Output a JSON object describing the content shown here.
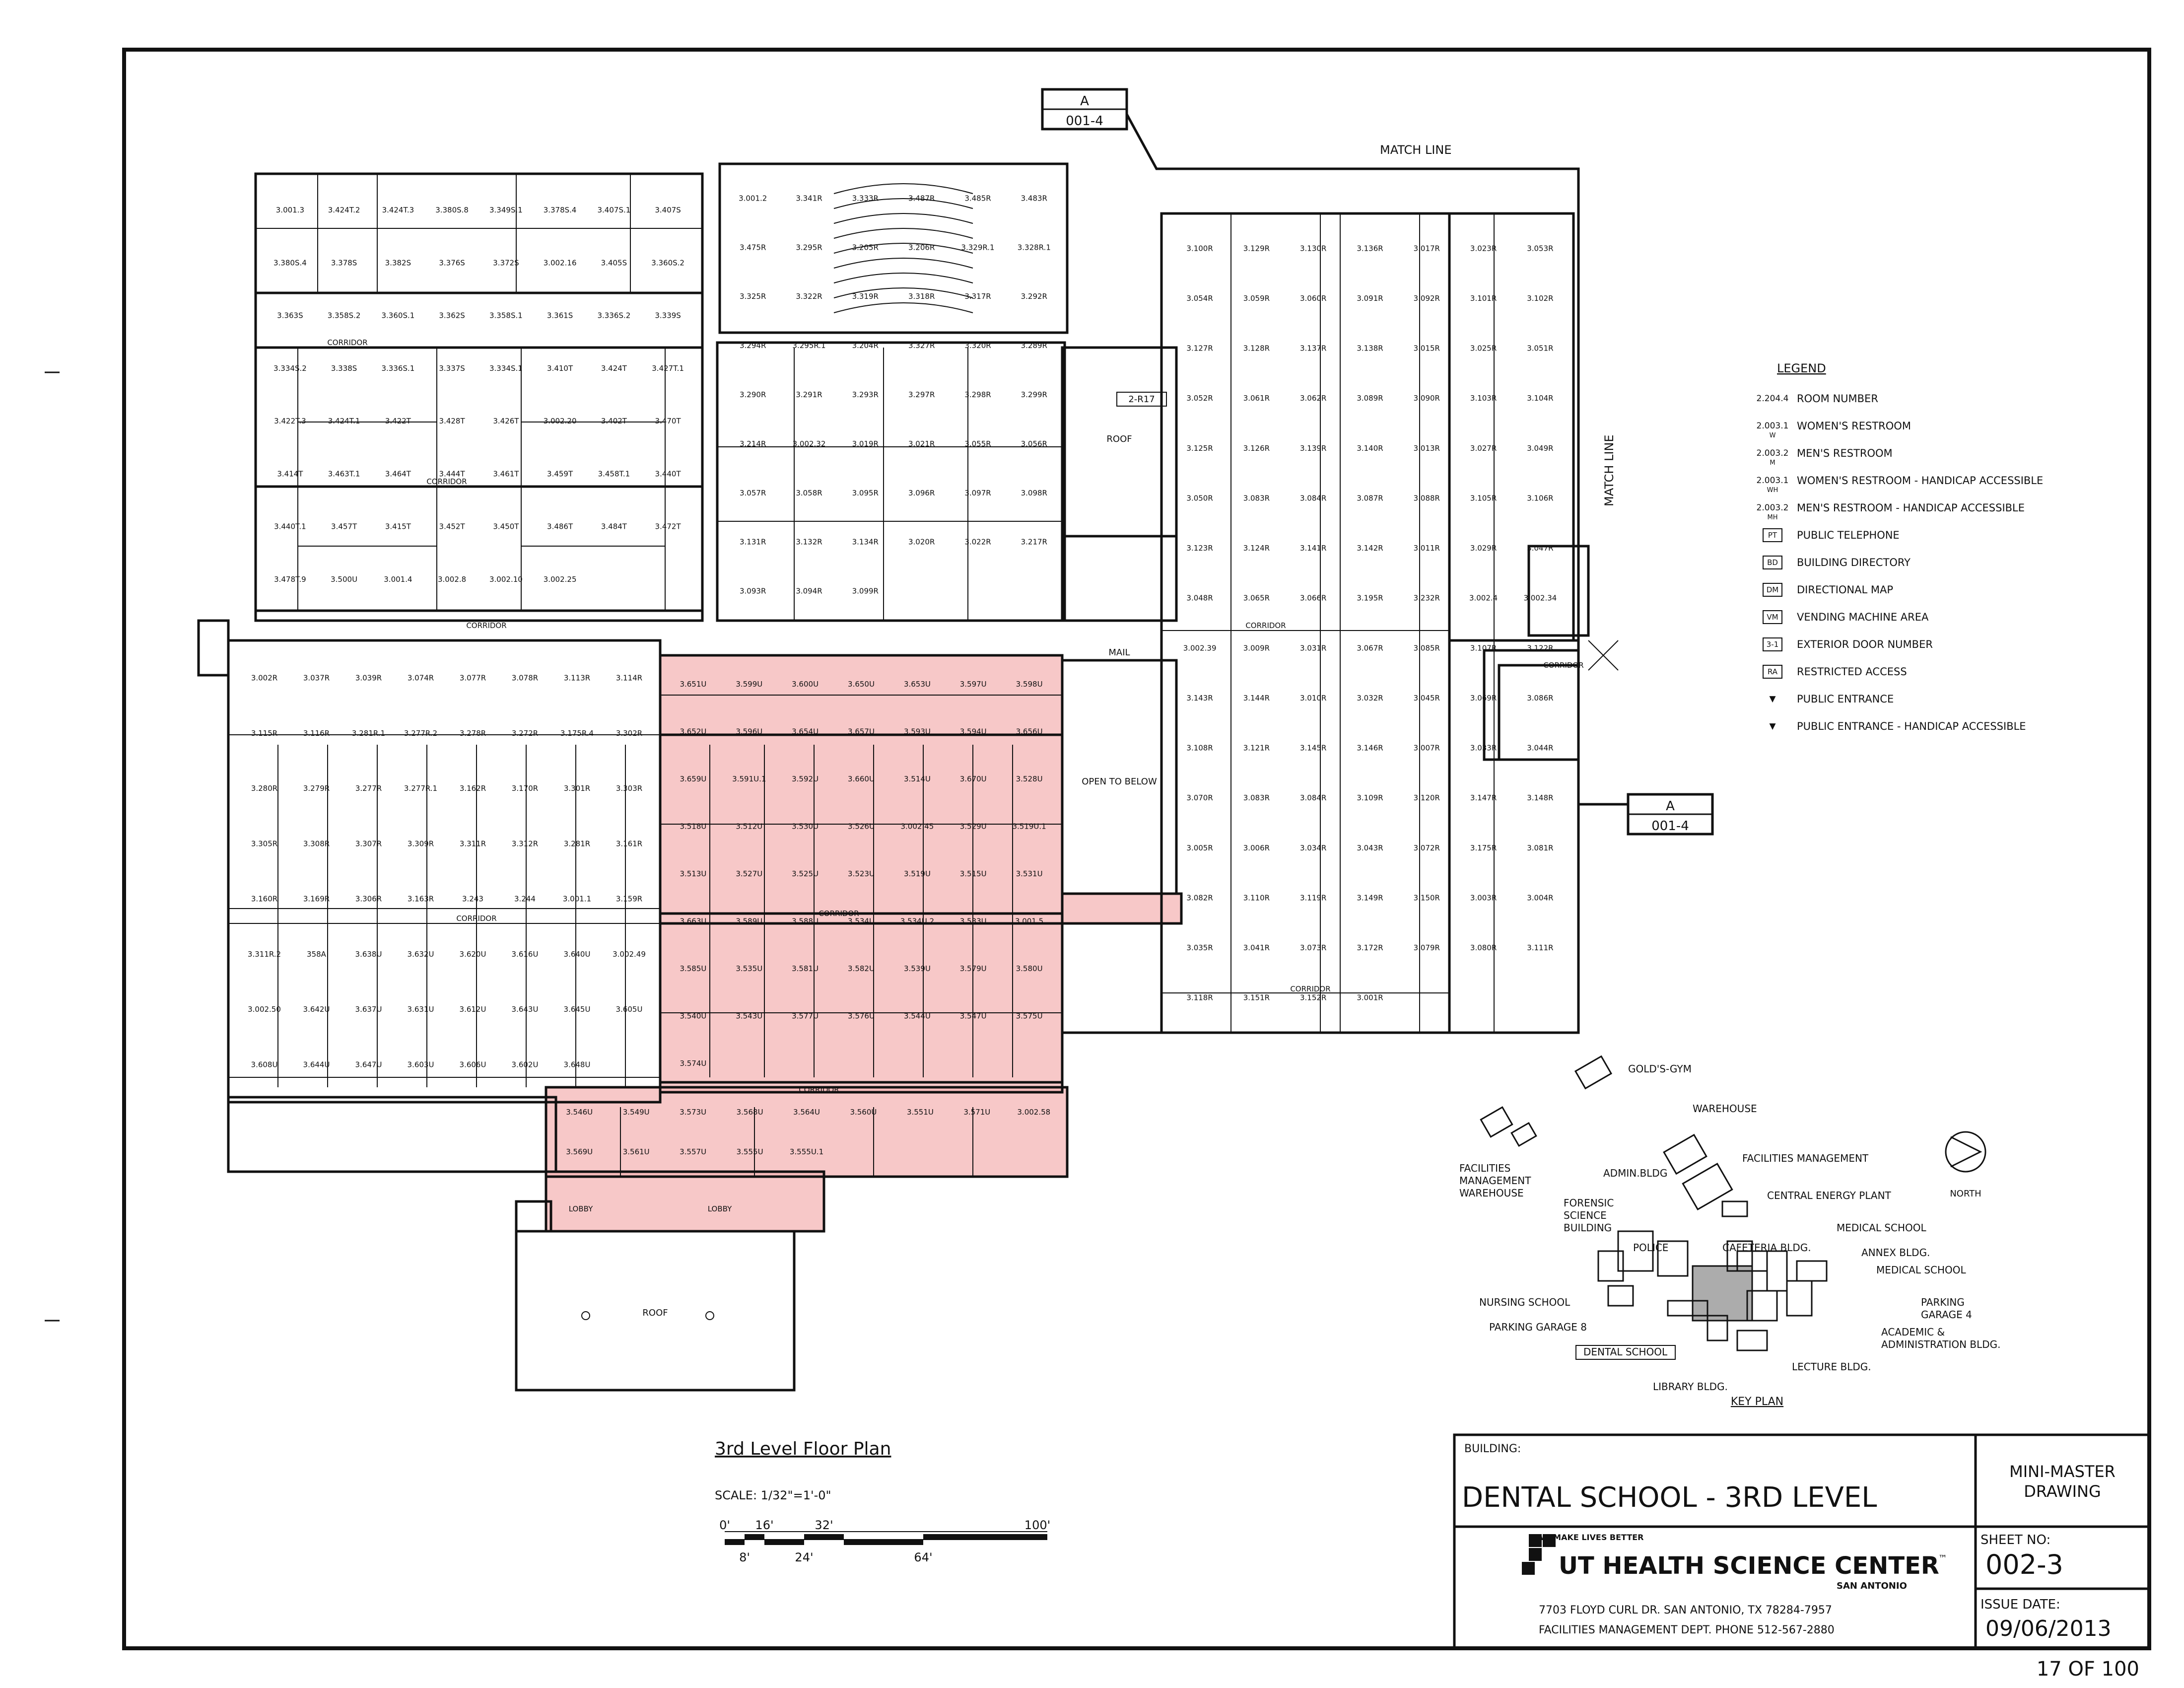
{
  "top_callout": {
    "letter": "A",
    "code": "001-4"
  },
  "right_callout": {
    "letter": "A",
    "code": "001-4"
  },
  "match_line_top": "MATCH LINE",
  "match_line_right": "MATCH LINE",
  "open_to_below": "OPEN TO BELOW",
  "mail": "MAIL",
  "roof_main": "ROOF",
  "roof_lower": "ROOF",
  "roof_tag": "2-R17",
  "corridor": "CORRIDOR",
  "lobby": "LOBBY",
  "rooms": [
    "3.001.3",
    "3.424T.2",
    "3.424T.3",
    "3.380S.8",
    "3.349S.1",
    "3.378S.4",
    "3.407S.1",
    "3.407S",
    "3.380S.4",
    "3.378S",
    "3.382S",
    "3.376S",
    "3.372S",
    "3.002.16",
    "3.405S",
    "3.360S.2",
    "3.363S",
    "3.358S.2",
    "3.360S.1",
    "3.362S",
    "3.358S.1",
    "3.361S",
    "3.336S.2",
    "3.339S",
    "3.334S.2",
    "3.338S",
    "3.336S.1",
    "3.337S",
    "3.334S.1",
    "3.410T",
    "3.424T",
    "3.427T.1",
    "3.422T.3",
    "3.424T.1",
    "3.422T",
    "3.428T",
    "3.426T",
    "3.002.20",
    "3.402T",
    "3.470T",
    "3.414T",
    "3.463T.1",
    "3.464T",
    "3.444T",
    "3.461T",
    "3.459T",
    "3.458T.1",
    "3.440T",
    "3.440T.1",
    "3.457T",
    "3.415T",
    "3.452T",
    "3.450T",
    "3.486T",
    "3.484T",
    "3.472T",
    "3.478T.9",
    "3.500U",
    "3.001.4",
    "3.002.8",
    "3.002.10",
    "3.002.25",
    "3.001.2",
    "3.341R",
    "3.333R",
    "3.487R",
    "3.485R",
    "3.483R",
    "3.475R",
    "3.295R",
    "3.205R",
    "3.206R",
    "3.329R.1",
    "3.328R.1",
    "3.325R",
    "3.322R",
    "3.319R",
    "3.318R",
    "3.317R",
    "3.292R",
    "3.294R",
    "3.295R.1",
    "3.204R",
    "3.327R",
    "3.320R",
    "3.289R",
    "3.290R",
    "3.291R",
    "3.293R",
    "3.297R",
    "3.298R",
    "3.299R",
    "3.214R",
    "3.002.32",
    "3.019R",
    "3.021R",
    "3.055R",
    "3.056R",
    "3.057R",
    "3.058R",
    "3.095R",
    "3.096R",
    "3.097R",
    "3.098R",
    "3.131R",
    "3.132R",
    "3.134R",
    "3.020R",
    "3.022R",
    "3.217R",
    "3.093R",
    "3.094R",
    "3.099R",
    "3.100R",
    "3.129R",
    "3.130R",
    "3.136R",
    "3.017R",
    "3.023R",
    "3.053R",
    "3.054R",
    "3.059R",
    "3.060R",
    "3.091R",
    "3.092R",
    "3.101R",
    "3.102R",
    "3.127R",
    "3.128R",
    "3.137R",
    "3.138R",
    "3.015R",
    "3.025R",
    "3.051R",
    "3.052R",
    "3.061R",
    "3.062R",
    "3.089R",
    "3.090R",
    "3.103R",
    "3.104R",
    "3.125R",
    "3.126R",
    "3.139R",
    "3.140R",
    "3.013R",
    "3.027R",
    "3.049R",
    "3.050R",
    "3.083R",
    "3.084R",
    "3.087R",
    "3.088R",
    "3.105R",
    "3.106R",
    "3.123R",
    "3.124R",
    "3.141R",
    "3.142R",
    "3.011R",
    "3.029R",
    "3.047R",
    "3.048R",
    "3.065R",
    "3.066R",
    "3.195R",
    "3.232R",
    "3.002.4",
    "3.002.34",
    "3.002.39",
    "3.009R",
    "3.031R",
    "3.067R",
    "3.085R",
    "3.107R",
    "3.122R",
    "3.143R",
    "3.144R",
    "3.010R",
    "3.032R",
    "3.045R",
    "3.069R",
    "3.086R",
    "3.108R",
    "3.121R",
    "3.145R",
    "3.146R",
    "3.007R",
    "3.033R",
    "3.044R",
    "3.070R",
    "3.083R",
    "3.084R",
    "3.109R",
    "3.120R",
    "3.147R",
    "3.148R",
    "3.005R",
    "3.006R",
    "3.034R",
    "3.043R",
    "3.072R",
    "3.175R",
    "3.081R",
    "3.082R",
    "3.110R",
    "3.119R",
    "3.149R",
    "3.150R",
    "3.003R",
    "3.004R",
    "3.035R",
    "3.041R",
    "3.073R",
    "3.172R",
    "3.079R",
    "3.080R",
    "3.111R",
    "3.118R",
    "3.151R",
    "3.152R",
    "3.001R",
    "3.002R",
    "3.037R",
    "3.039R",
    "3.074R",
    "3.077R",
    "3.078R",
    "3.113R",
    "3.114R",
    "3.115R",
    "3.116R",
    "3.281R.1",
    "3.277R.2",
    "3.278R",
    "3.272R",
    "3.175R.4",
    "3.302R",
    "3.280R",
    "3.279R",
    "3.277R",
    "3.277R.1",
    "3.162R",
    "3.170R",
    "3.301R",
    "3.303R",
    "3.305R",
    "3.308R",
    "3.307R",
    "3.309R",
    "3.311R",
    "3.312R",
    "3.281R",
    "3.161R",
    "3.160R",
    "3.169R",
    "3.306R",
    "3.163R",
    "3.243",
    "3.244",
    "3.001.1",
    "3.159R",
    "3.311R.2",
    "358A",
    "3.638U",
    "3.632U",
    "3.620U",
    "3.616U",
    "3.640U",
    "3.002.49",
    "3.002.50",
    "3.642U",
    "3.637U",
    "3.631U",
    "3.612U",
    "3.643U",
    "3.645U",
    "3.605U",
    "3.608U",
    "3.644U",
    "3.647U",
    "3.603U",
    "3.606U",
    "3.602U",
    "3.648U",
    "3.651U",
    "3.599U",
    "3.600U",
    "3.650U",
    "3.653U",
    "3.597U",
    "3.598U",
    "3.652U",
    "3.596U",
    "3.654U",
    "3.657U",
    "3.593U",
    "3.594U",
    "3.656U",
    "3.659U",
    "3.591U.1",
    "3.592U",
    "3.660U",
    "3.514U",
    "3.670U",
    "3.528U",
    "3.518U",
    "3.512U",
    "3.530U",
    "3.526U",
    "3.002.45",
    "3.529U",
    "3.519U.1",
    "3.513U",
    "3.527U",
    "3.525U",
    "3.523U",
    "3.519U",
    "3.515U",
    "3.531U",
    "3.663U",
    "3.589U",
    "3.588U",
    "3.534U",
    "3.534U.2",
    "3.533U",
    "3.001.5",
    "3.585U",
    "3.535U",
    "3.581U",
    "3.582U",
    "3.539U",
    "3.579U",
    "3.580U",
    "3.540U",
    "3.543U",
    "3.577U",
    "3.576U",
    "3.544U",
    "3.547U",
    "3.575U",
    "3.574U",
    "3.546U",
    "3.549U",
    "3.573U",
    "3.568U",
    "3.564U",
    "3.560U",
    "3.551U",
    "3.571U",
    "3.002.58",
    "3.569U",
    "3.561U",
    "3.557U",
    "3.555U",
    "3.555U.1"
  ],
  "legend": {
    "title": "LEGEND",
    "items": [
      {
        "symbol": "2.204.4",
        "sub": "",
        "label": "ROOM NUMBER"
      },
      {
        "symbol": "2.003.1",
        "sub": "W",
        "label": "WOMEN'S RESTROOM"
      },
      {
        "symbol": "2.003.2",
        "sub": "M",
        "label": "MEN'S RESTROOM"
      },
      {
        "symbol": "2.003.1",
        "sub": "WH",
        "label": "WOMEN'S RESTROOM - HANDICAP ACCESSIBLE"
      },
      {
        "symbol": "2.003.2",
        "sub": "MH",
        "label": "MEN'S RESTROOM - HANDICAP ACCESSIBLE"
      },
      {
        "symbol": "PT",
        "sub": "",
        "label": "PUBLIC TELEPHONE"
      },
      {
        "symbol": "BD",
        "sub": "",
        "label": "BUILDING DIRECTORY"
      },
      {
        "symbol": "DM",
        "sub": "",
        "label": "DIRECTIONAL MAP"
      },
      {
        "symbol": "VM",
        "sub": "",
        "label": "VENDING MACHINE AREA"
      },
      {
        "symbol": "3-1",
        "sub": "",
        "label": "EXTERIOR DOOR NUMBER"
      },
      {
        "symbol": "RA",
        "sub": "",
        "label": "RESTRICTED ACCESS"
      },
      {
        "symbol": "▼",
        "sub": "",
        "label": "PUBLIC ENTRANCE"
      },
      {
        "symbol": "▼",
        "sub": "",
        "label": "PUBLIC ENTRANCE - HANDICAP ACCESSIBLE"
      }
    ]
  },
  "key_plan": {
    "title": "KEY PLAN",
    "north": "NORTH",
    "labels": [
      "GOLD'S-GYM",
      "WAREHOUSE",
      "FACILITIES MANAGEMENT",
      "ADMIN.BLDG",
      "CENTRAL ENERGY PLANT",
      "FACILITIES",
      "MANAGEMENT",
      "WAREHOUSE",
      "FORENSIC",
      "SCIENCE",
      "BUILDING",
      "MEDICAL SCHOOL",
      "POLICE",
      "CAFETERIA BLDG.",
      "ANNEX BLDG.",
      "MEDICAL SCHOOL",
      "NURSING SCHOOL",
      "PARKING",
      "GARAGE 4",
      "PARKING GARAGE 8",
      "ACADEMIC &",
      "ADMINISTRATION BLDG.",
      "DENTAL SCHOOL",
      "LECTURE BLDG.",
      "LIBRARY BLDG."
    ]
  },
  "plan_title": "3rd Level Floor Plan",
  "scale": {
    "text": "SCALE: 1/32\"=1'-0\"",
    "top_ticks": [
      "0'",
      "16'",
      "32'",
      "100'"
    ],
    "bottom_ticks": [
      "8'",
      "24'",
      "64'"
    ]
  },
  "title_block": {
    "building_label": "BUILDING:",
    "building_name": "DENTAL SCHOOL - 3RD LEVEL",
    "drawing_type_line1": "MINI-MASTER",
    "drawing_type_line2": "DRAWING",
    "sheet_no_label": "SHEET NO:",
    "sheet_no": "002-3",
    "issue_date_label": "ISSUE DATE:",
    "issue_date": "09/06/2013",
    "tagline": "WE MAKE LIVES BETTER",
    "org_name": "UT HEALTH SCIENCE CENTER",
    "tm": "™",
    "org_city": "SAN ANTONIO",
    "address": "7703 FLOYD CURL DR.  SAN ANTONIO, TX  78284-7957",
    "dept_phone": "FACILITIES MANAGEMENT DEPT.   PHONE  512-567-2880"
  },
  "page_count": "17 OF 100",
  "colors": {
    "highlight": "#f4b6b6",
    "line": "#111111"
  }
}
